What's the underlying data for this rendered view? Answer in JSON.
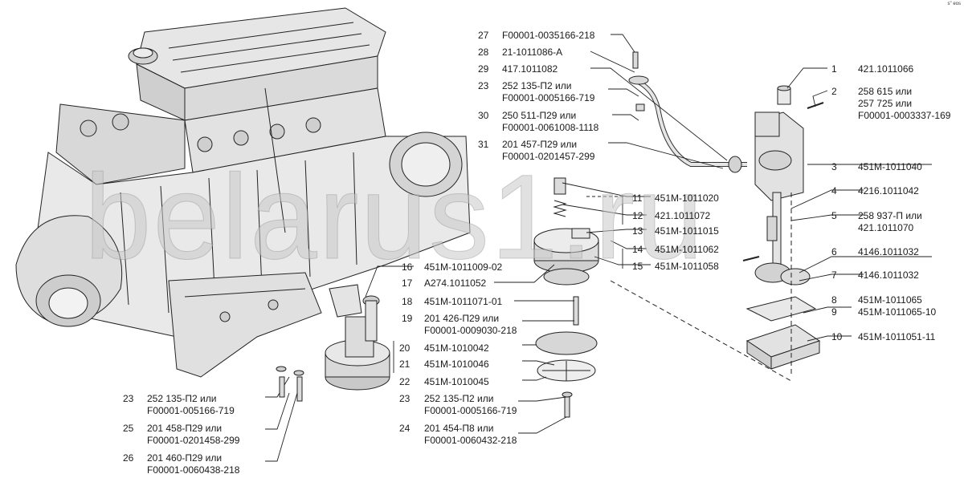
{
  "watermark": "belarus1.ru",
  "corner_mark": "s\" eos",
  "callouts": [
    {
      "id": "c27",
      "num": "27",
      "lines": [
        "F00001-0035166-218"
      ]
    },
    {
      "id": "c28",
      "num": "28",
      "lines": [
        "21-1011086-A"
      ]
    },
    {
      "id": "c29",
      "num": "29",
      "lines": [
        "417.1011082"
      ]
    },
    {
      "id": "c23a",
      "num": "23",
      "lines": [
        "252 135-П2 или",
        "F00001-0005166-719"
      ]
    },
    {
      "id": "c30",
      "num": "30",
      "lines": [
        "250 511-П29 или",
        "F00001-0061008-1118"
      ]
    },
    {
      "id": "c31",
      "num": "31",
      "lines": [
        "201 457-П29 или",
        "F00001-0201457-299"
      ]
    },
    {
      "id": "c1",
      "num": "1",
      "lines": [
        "421.1011066"
      ]
    },
    {
      "id": "c2",
      "num": "2",
      "lines": [
        "258 615 или",
        "257 725 или",
        "F00001-0003337-169"
      ]
    },
    {
      "id": "c3",
      "num": "3",
      "lines": [
        "451M-1011040"
      ]
    },
    {
      "id": "c4",
      "num": "4",
      "lines": [
        "4216.1011042"
      ]
    },
    {
      "id": "c5",
      "num": "5",
      "lines": [
        "258 937-П или",
        "421.1011070"
      ]
    },
    {
      "id": "c6",
      "num": "6",
      "lines": [
        "4146.1011032"
      ]
    },
    {
      "id": "c7",
      "num": "7",
      "lines": [
        "4146.1011032"
      ]
    },
    {
      "id": "c8",
      "num": "8",
      "lines": [
        "451M-1011065"
      ]
    },
    {
      "id": "c9",
      "num": "9",
      "lines": [
        "451M-1011065-10"
      ]
    },
    {
      "id": "c10",
      "num": "10",
      "lines": [
        "451M-1011051-11"
      ]
    },
    {
      "id": "c11",
      "num": "11",
      "lines": [
        "451M-1011020"
      ]
    },
    {
      "id": "c12",
      "num": "12",
      "lines": [
        "421.1011072"
      ]
    },
    {
      "id": "c13",
      "num": "13",
      "lines": [
        "451M-1011015"
      ]
    },
    {
      "id": "c14",
      "num": "14",
      "lines": [
        "451M-1011062"
      ]
    },
    {
      "id": "c15",
      "num": "15",
      "lines": [
        "451M-1011058"
      ]
    },
    {
      "id": "c16",
      "num": "16",
      "lines": [
        "451M-1011009-02"
      ]
    },
    {
      "id": "c17",
      "num": "17",
      "lines": [
        "A274.1011052"
      ]
    },
    {
      "id": "c18",
      "num": "18",
      "lines": [
        "451M-1011071-01"
      ]
    },
    {
      "id": "c19",
      "num": "19",
      "lines": [
        "201 426-П29 или",
        "F00001-0009030-218"
      ]
    },
    {
      "id": "c20",
      "num": "20",
      "lines": [
        "451M-1010042"
      ]
    },
    {
      "id": "c21",
      "num": "21",
      "lines": [
        "451M-1010046"
      ]
    },
    {
      "id": "c22",
      "num": "22",
      "lines": [
        "451M-1010045"
      ]
    },
    {
      "id": "c23b",
      "num": "23",
      "lines": [
        "252 135-П2 или",
        "F00001-0005166-719"
      ]
    },
    {
      "id": "c24",
      "num": "24",
      "lines": [
        "201 454-П8 или",
        "F00001-0060432-218"
      ]
    },
    {
      "id": "c23c",
      "num": "23",
      "lines": [
        "252 135-П2 или",
        "F00001-005166-719"
      ]
    },
    {
      "id": "c25",
      "num": "25",
      "lines": [
        "201 458-П29 или",
        "F00001-0201458-299"
      ]
    },
    {
      "id": "c26",
      "num": "26",
      "lines": [
        "201 460-П29 или",
        "F00001-0060438-218"
      ]
    }
  ]
}
